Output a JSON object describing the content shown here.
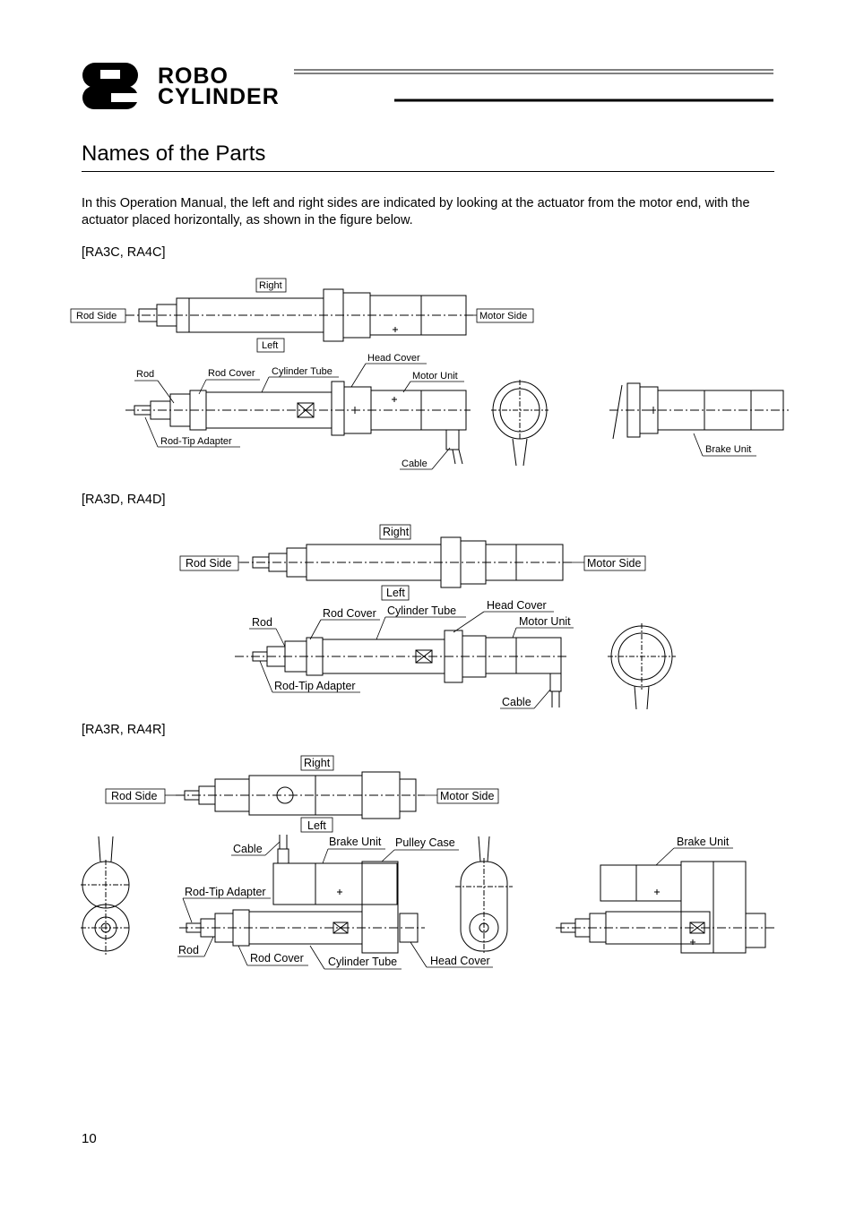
{
  "header": {
    "logo_line1": "ROBO",
    "logo_line2": "CYLINDER"
  },
  "page_title": "Names of the Parts",
  "intro": "In this Operation Manual, the left and right sides are indicated by looking at the actuator from the motor end, with the actuator placed horizontally, as shown in the figure below.",
  "sections": [
    {
      "title": "[RA3C, RA4C]",
      "labels": {
        "right": "Right",
        "left": "Left",
        "rod_side": "Rod Side",
        "motor_side": "Motor Side",
        "rod": "Rod",
        "rod_cover": "Rod Cover",
        "cylinder_tube": "Cylinder Tube",
        "head_cover": "Head Cover",
        "motor_unit": "Motor Unit",
        "rod_tip_adapter": "Rod-Tip Adapter",
        "cable": "Cable",
        "brake_unit": "Brake Unit"
      }
    },
    {
      "title": "[RA3D, RA4D]",
      "labels": {
        "right": "Right",
        "left": "Left",
        "rod_side": "Rod Side",
        "motor_side": "Motor Side",
        "rod": "Rod",
        "rod_cover": "Rod Cover",
        "cylinder_tube": "Cylinder Tube",
        "head_cover": "Head Cover",
        "motor_unit": "Motor Unit",
        "rod_tip_adapter": "Rod-Tip Adapter",
        "cable": "Cable"
      }
    },
    {
      "title": "[RA3R, RA4R]",
      "labels": {
        "right": "Right",
        "left": "Left",
        "rod_side": "Rod Side",
        "motor_side": "Motor Side",
        "cable": "Cable",
        "brake_unit": "Brake Unit",
        "pulley_case": "Pulley Case",
        "rod_tip_adapter": "Rod-Tip Adapter",
        "rod": "Rod",
        "rod_cover": "Rod Cover",
        "cylinder_tube": "Cylinder Tube",
        "head_cover": "Head Cover",
        "brake_unit_2": "Brake Unit"
      }
    }
  ],
  "page_number": "10"
}
